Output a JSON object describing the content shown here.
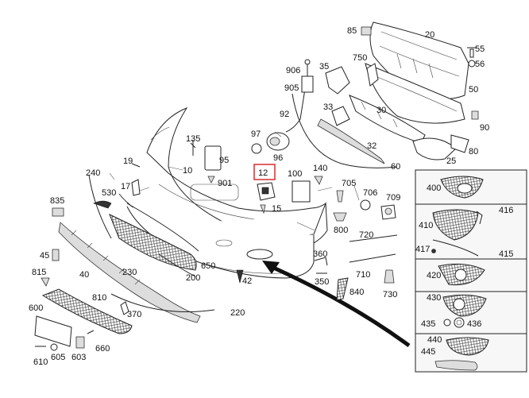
{
  "callouts": [
    {
      "id": "c85",
      "text": "85"
    },
    {
      "id": "c20",
      "text": "20"
    },
    {
      "id": "c55",
      "text": "55"
    },
    {
      "id": "c56",
      "text": "56"
    },
    {
      "id": "c906",
      "text": "906"
    },
    {
      "id": "c35",
      "text": "35"
    },
    {
      "id": "c750",
      "text": "750"
    },
    {
      "id": "c905",
      "text": "905"
    },
    {
      "id": "c50",
      "text": "50"
    },
    {
      "id": "c92",
      "text": "92"
    },
    {
      "id": "c33",
      "text": "33"
    },
    {
      "id": "c30",
      "text": "30"
    },
    {
      "id": "c90",
      "text": "90"
    },
    {
      "id": "c135",
      "text": "135"
    },
    {
      "id": "c97",
      "text": "97"
    },
    {
      "id": "c95",
      "text": "95"
    },
    {
      "id": "c96",
      "text": "96"
    },
    {
      "id": "c32",
      "text": "32"
    },
    {
      "id": "c80",
      "text": "80"
    },
    {
      "id": "c25",
      "text": "25"
    },
    {
      "id": "c10",
      "text": "10"
    },
    {
      "id": "c19",
      "text": "19"
    },
    {
      "id": "c140",
      "text": "140"
    },
    {
      "id": "c60",
      "text": "60"
    },
    {
      "id": "c240",
      "text": "240"
    },
    {
      "id": "c901",
      "text": "901"
    },
    {
      "id": "c100",
      "text": "100"
    },
    {
      "id": "c17",
      "text": "17"
    },
    {
      "id": "c530",
      "text": "530"
    },
    {
      "id": "c705",
      "text": "705"
    },
    {
      "id": "c706",
      "text": "706"
    },
    {
      "id": "c709",
      "text": "709"
    },
    {
      "id": "c835",
      "text": "835"
    },
    {
      "id": "c15",
      "text": "15"
    },
    {
      "id": "c800",
      "text": "800"
    },
    {
      "id": "c720",
      "text": "720"
    },
    {
      "id": "c45",
      "text": "45"
    },
    {
      "id": "c650",
      "text": "650"
    },
    {
      "id": "c360",
      "text": "360"
    },
    {
      "id": "c815",
      "text": "815"
    },
    {
      "id": "c40",
      "text": "40"
    },
    {
      "id": "c230",
      "text": "230"
    },
    {
      "id": "c200",
      "text": "200"
    },
    {
      "id": "c42",
      "text": "42"
    },
    {
      "id": "c350",
      "text": "350"
    },
    {
      "id": "c710",
      "text": "710"
    },
    {
      "id": "c840",
      "text": "840"
    },
    {
      "id": "c730",
      "text": "730"
    },
    {
      "id": "c810",
      "text": "810"
    },
    {
      "id": "c600",
      "text": "600"
    },
    {
      "id": "c370",
      "text": "370"
    },
    {
      "id": "c220",
      "text": "220"
    },
    {
      "id": "c660",
      "text": "660"
    },
    {
      "id": "c610",
      "text": "610"
    },
    {
      "id": "c605",
      "text": "605"
    },
    {
      "id": "c603",
      "text": "603"
    },
    {
      "id": "c400",
      "text": "400"
    },
    {
      "id": "c416",
      "text": "416"
    },
    {
      "id": "c410",
      "text": "410"
    },
    {
      "id": "c417",
      "text": "417"
    },
    {
      "id": "c415",
      "text": "415"
    },
    {
      "id": "c420",
      "text": "420"
    },
    {
      "id": "c430",
      "text": "430"
    },
    {
      "id": "c435",
      "text": "435"
    },
    {
      "id": "c436",
      "text": "436"
    },
    {
      "id": "c440",
      "text": "440"
    },
    {
      "id": "c445",
      "text": "445"
    }
  ],
  "highlight": {
    "text": "12",
    "color": "#d32f2f"
  },
  "colors": {
    "line": "#222222",
    "fill": "#ffffff",
    "panel": "#f2f2f2",
    "highlight": "#d32f2f"
  }
}
